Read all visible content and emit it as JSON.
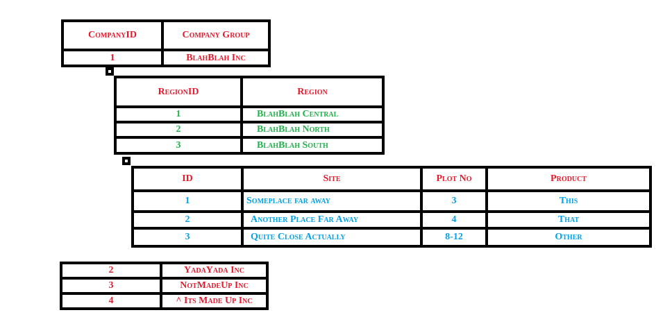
{
  "company_table": {
    "headers": [
      "CompanyID",
      "Company Group"
    ],
    "rows": [
      [
        "1",
        "BlahBlah Inc"
      ]
    ]
  },
  "region_table": {
    "headers": [
      "RegionID",
      "Region"
    ],
    "rows": [
      [
        "1",
        "BlahBlah Central"
      ],
      [
        "2",
        "BlahBlah North"
      ],
      [
        "3",
        "BlahBlah South"
      ]
    ]
  },
  "site_table": {
    "headers": [
      "ID",
      "Site",
      "Plot No",
      "Product"
    ],
    "rows": [
      [
        "1",
        "Someplace far away",
        "3",
        "This"
      ],
      [
        "2",
        "Another Place Far Away",
        "4",
        "That"
      ],
      [
        "3",
        "Quite Close Actually",
        "8-12",
        "Other"
      ]
    ]
  },
  "other_companies_table": {
    "rows": [
      [
        "2",
        "YadaYada Inc"
      ],
      [
        "3",
        "NotMadeUp Inc"
      ],
      [
        "4",
        "^ Its Made Up Inc"
      ]
    ]
  },
  "colors": {
    "header_text": "#e8192c",
    "region_text": "#22b14c",
    "site_text": "#00a2e8",
    "border": "#000000"
  }
}
